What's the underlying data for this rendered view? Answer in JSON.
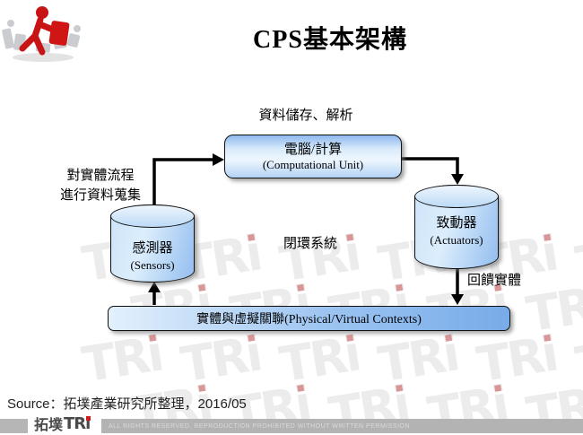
{
  "slide": {
    "title": "CPS基本架構",
    "source_note": "Source：拓墣產業研究所整理，2016/05"
  },
  "diagram": {
    "storage_label": "資料儲存、解析",
    "computational_unit": {
      "name": "電腦/計算",
      "subtitle": "(Computational Unit)"
    },
    "collect_label_line1": "對實體流程",
    "collect_label_line2": "進行資料蒐集",
    "sensors": {
      "name": "感測器",
      "subtitle": "(Sensors)"
    },
    "actuators": {
      "name": "致動器",
      "subtitle": "(Actuators)"
    },
    "closed_loop_label": "閉環系統",
    "feedback_label": "回饋實體",
    "contexts_bar_label": "實體與虛擬關聯(Physical/Virtual Contexts)"
  },
  "watermark": {
    "text": "TRi"
  },
  "footer": {
    "logo_cjk": "拓墣",
    "logo_tr": "TR",
    "logo_i": "i",
    "rights_text": "ALL RIGHTS RESERVED. REPRODUCTION PROHIBITED WITHOUT WRITTEN PERMISSION."
  },
  "colors": {
    "shape_blue_dark": "#7FB0EA",
    "shape_blue_light": "#E9F4FE",
    "shape_border": "#111111",
    "arrow": "#000000",
    "watermark_gray": "#ECECEC",
    "watermark_red": "#CA5050",
    "footer_bar_gray": "#B3B3B3",
    "logo_red": "#D21C1C"
  }
}
